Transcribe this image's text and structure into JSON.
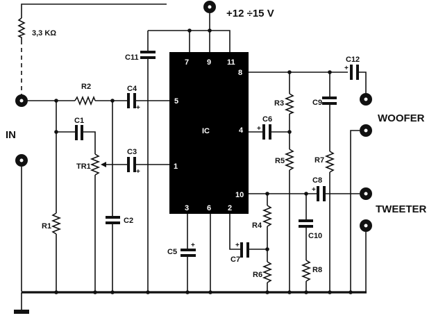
{
  "supply": {
    "label": "+12 ÷15 V"
  },
  "ic": {
    "label": "IC",
    "pins": {
      "p7": "7",
      "p9": "9",
      "p11": "11",
      "p8": "8",
      "p5": "5",
      "p4": "4",
      "p1": "1",
      "p10": "10",
      "p3": "3",
      "p6": "6",
      "p2": "2"
    }
  },
  "connectors": {
    "input": "IN",
    "woofer": "WOOFER",
    "tweeter": "TWEETER"
  },
  "components": {
    "r_ext": "3,3 KΩ",
    "R1": "R1",
    "R2": "R2",
    "R3": "R3",
    "R4": "R4",
    "R5": "R5",
    "R6": "R6",
    "R7": "R7",
    "R8": "R8",
    "TR1": "TR1",
    "C1": "C1",
    "C2": "C2",
    "C3": "C3",
    "C4": "C4",
    "C5": "C5",
    "C6": "C6",
    "C7": "C7",
    "C8": "C8",
    "C9": "C9",
    "C10": "C10",
    "C11": "C11",
    "C12": "C12"
  },
  "polarity_mark": "+",
  "colors": {
    "ink": "#111111",
    "ic_fill": "#000000",
    "background": "#ffffff"
  }
}
